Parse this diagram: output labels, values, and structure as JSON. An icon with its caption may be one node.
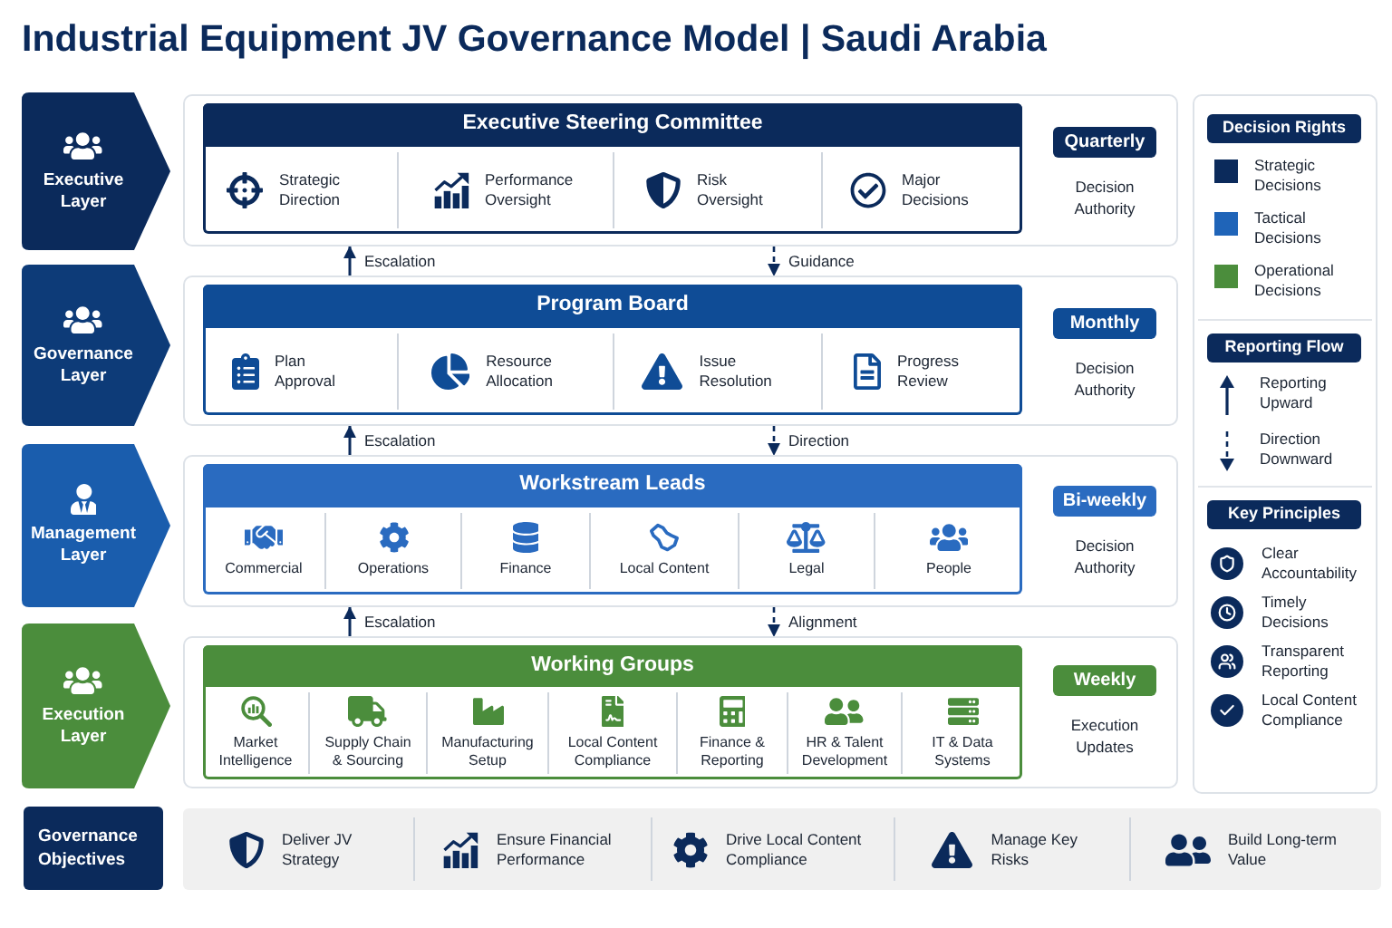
{
  "diagram": {
    "title": "Industrial Equipment JV Governance Model | Saudi Arabia",
    "nodes": [
      {
        "text": [
          "Executive Layer"
        ]
      },
      {
        "text": [],
        "shape": "box"
      },
      {
        "text": [
          "Executive Steering Committee"
        ],
        "in": 1
      },
      {
        "text": [
          "Strategic Direction"
        ],
        "in": 2
      },
      {
        "text": [
          "Performance Oversight"
        ],
        "in": 2
      },
      {
        "text": [
          "Risk Oversight"
        ],
        "in": 2
      },
      {
        "text": [
          "Major Decisions"
        ],
        "in": 2
      },
      {
        "text": [
          "Quarterly"
        ],
        "in": 1,
        "beside": [
          "Decision Authority"
        ]
      },
      {
        "text": [
          "Governance Layer"
        ]
      },
      {
        "text": [],
        "shape": "box"
      },
      {
        "text": [
          "Program Board"
        ],
        "in": 9
      },
      {
        "text": [
          "Plan Approval"
        ],
        "in": 10
      },
      {
        "text": [
          "Resource Allocation"
        ],
        "in": 10
      },
      {
        "text": [
          "Issue Resolution"
        ],
        "in": 10
      },
      {
        "text": [
          "Progress Review"
        ],
        "in": 10
      },
      {
        "text": [
          "Monthly"
        ],
        "in": 9,
        "beside": [
          "Decision Authority"
        ]
      },
      {
        "text": [
          "Management Layer"
        ]
      },
      {
        "text": [],
        "shape": "box"
      },
      {
        "text": [
          "Workstream Leads"
        ],
        "in": 17
      },
      {
        "text": [
          "Commercial"
        ],
        "in": 18
      },
      {
        "text": [
          "Operations"
        ],
        "in": 18
      },
      {
        "text": [
          "Finance"
        ],
        "in": 18
      },
      {
        "text": [
          "Local Content"
        ],
        "in": 18
      },
      {
        "text": [
          "Legal"
        ],
        "in": 18
      },
      {
        "text": [
          "People"
        ],
        "in": 18
      },
      {
        "text": [
          "Bi-weekly"
        ],
        "in": 17,
        "beside": [
          "Decision Authority"
        ]
      },
      {
        "text": [
          "Execution Layer"
        ]
      },
      {
        "text": [],
        "shape": "box"
      },
      {
        "text": [
          "Working Groups"
        ],
        "in": 27
      },
      {
        "text": [
          "Market Intelligence"
        ],
        "in": 28
      },
      {
        "text": [
          "Supply Chain & Sourcing"
        ],
        "in": 28
      },
      {
        "text": [
          "Manufacturing Setup"
        ],
        "in": 28
      },
      {
        "text": [
          "Local Content Compliance"
        ],
        "in": 28
      },
      {
        "text": [
          "Finance & Reporting"
        ],
        "in": 28
      },
      {
        "text": [
          "HR & Talent Development"
        ],
        "in": 28
      },
      {
        "text": [
          "IT & Data Systems"
        ],
        "in": 28
      },
      {
        "text": [
          "Weekly"
        ],
        "in": 27,
        "beside": [
          "Execution Updates"
        ]
      },
      {
        "text": [],
        "shape": "box"
      },
      {
        "text": [
          "Decision Rights"
        ],
        "in": 37
      },
      {
        "text": [
          "Reporting Flow"
        ],
        "in": 37
      },
      {
        "text": [
          "Key Principles"
        ],
        "in": 37
      },
      {
        "text": [
          "Governance Objectives"
        ]
      },
      {
        "text": [],
        "shape": "band"
      },
      {
        "text": [
          "Deliver JV Strategy"
        ],
        "in": 42
      },
      {
        "text": [
          "Ensure Financial Performance"
        ],
        "in": 42
      },
      {
        "text": [
          "Drive Local Content Compliance"
        ],
        "in": 42
      },
      {
        "text": [
          "Manage Key Risks"
        ],
        "in": 42
      },
      {
        "text": [
          "Build Long-term Value"
        ],
        "in": 42
      }
    ],
    "edges": [
      {
        "from": 9,
        "to": 1,
        "arrow": "to",
        "label": "Escalation"
      },
      {
        "from": 1,
        "to": 9,
        "arrow": "to",
        "label": "Guidance",
        "style": "dashed"
      },
      {
        "from": 17,
        "to": 9,
        "arrow": "to",
        "label": "Escalation"
      },
      {
        "from": 9,
        "to": 17,
        "arrow": "to",
        "label": "Direction",
        "style": "dashed"
      },
      {
        "from": 27,
        "to": 17,
        "arrow": "to",
        "label": "Escalation"
      },
      {
        "from": 17,
        "to": 27,
        "arrow": "to",
        "label": "Alignment",
        "style": "dashed"
      }
    ],
    "labels": [
      "Clear Accountability",
      "Timely Decisions",
      "Transparent Reporting",
      "Local Content Compliance"
    ],
    "legend": [
      {
        "text": "Strategic Decisions",
        "color": "#0b2a5b"
      },
      {
        "text": "Tactical Decisions",
        "color": "#1f64b8"
      },
      {
        "text": "Operational Decisions",
        "color": "#4b8d3c"
      },
      {
        "text": "Reporting Upward"
      },
      {
        "text": "Direction Downward"
      }
    ]
  }
}
